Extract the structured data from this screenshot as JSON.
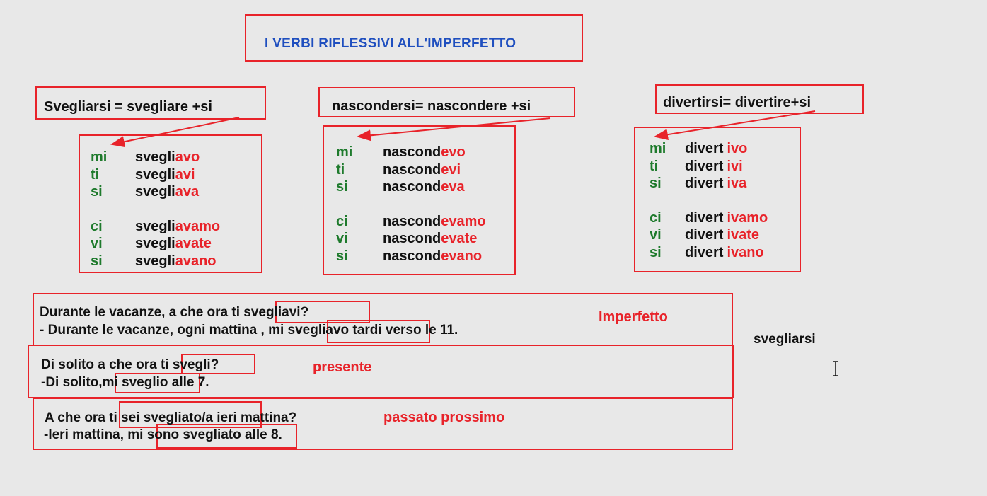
{
  "title": "I VERBI RIFLESSIVI ALL'IMPERFETTO",
  "verbs": [
    {
      "heading": "Svegliarsi = svegliare +si",
      "rows": [
        {
          "pron": "mi",
          "stem": "svegli",
          "ending": "avo"
        },
        {
          "pron": "ti",
          "stem": "svegli",
          "ending": "avi"
        },
        {
          "pron": "si",
          "stem": "svegli",
          "ending": "ava"
        },
        {
          "pron": "ci",
          "stem": "svegli",
          "ending": "avamo"
        },
        {
          "pron": "vi",
          "stem": "svegli",
          "ending": "avate"
        },
        {
          "pron": "si",
          "stem": "svegli",
          "ending": "avano"
        }
      ]
    },
    {
      "heading": "nascondersi= nascondere +si",
      "rows": [
        {
          "pron": "mi",
          "stem": "nascond",
          "ending": "evo"
        },
        {
          "pron": "ti",
          "stem": "nascond",
          "ending": "evi"
        },
        {
          "pron": "si",
          "stem": "nascond",
          "ending": "eva"
        },
        {
          "pron": "ci",
          "stem": "nascond",
          "ending": "evamo"
        },
        {
          "pron": "vi",
          "stem": "nascond",
          "ending": "evate"
        },
        {
          "pron": "si",
          "stem": "nascond",
          "ending": "evano"
        }
      ]
    },
    {
      "heading": "divertirsi= divertire+si",
      "rows": [
        {
          "pron": "mi",
          "stem": "divert",
          "ending": "ivo"
        },
        {
          "pron": "ti",
          "stem": "divert",
          "ending": "ivi"
        },
        {
          "pron": "si",
          "stem": "divert",
          "ending": "iva"
        },
        {
          "pron": "ci",
          "stem": "divert",
          "ending": "ivamo"
        },
        {
          "pron": "vi",
          "stem": "divert",
          "ending": "ivate"
        },
        {
          "pron": "si",
          "stem": "divert",
          "ending": "ivano"
        }
      ]
    }
  ],
  "examples": {
    "imperfetto": {
      "label": "Imperfetto",
      "q_pre": "Durante le vacanze, a che ora ",
      "q_hl": "ti svegliavi",
      "q_post": "?",
      "a_pre": "- Durante le vacanze, ogni mattina , ",
      "a_hl": "mi svegliavo",
      "a_post": " tardi verso le 11."
    },
    "presente": {
      "label": "presente",
      "q_pre": "Di solito a che ora ",
      "q_hl": "ti svegli",
      "q_post": "?",
      "a_pre": "-Di solito,",
      "a_hl": "mi sveglio",
      "a_post": " alle 7."
    },
    "passato": {
      "label": "passato prossimo",
      "q_pre": "A che ora ",
      "q_hl": "ti sei svegliato/a",
      "q_post": " ieri mattina?",
      "a_pre": "-Ieri mattina, ",
      "a_hl": "mi sono svegliato",
      "a_post": " alle 8."
    }
  },
  "side_word": "svegliarsi",
  "colors": {
    "box": "#e8232a",
    "title": "#1f4fbf",
    "pronoun": "#1e7a2c",
    "ending": "#e8232a"
  },
  "cursor_icon": "text-cursor-icon"
}
